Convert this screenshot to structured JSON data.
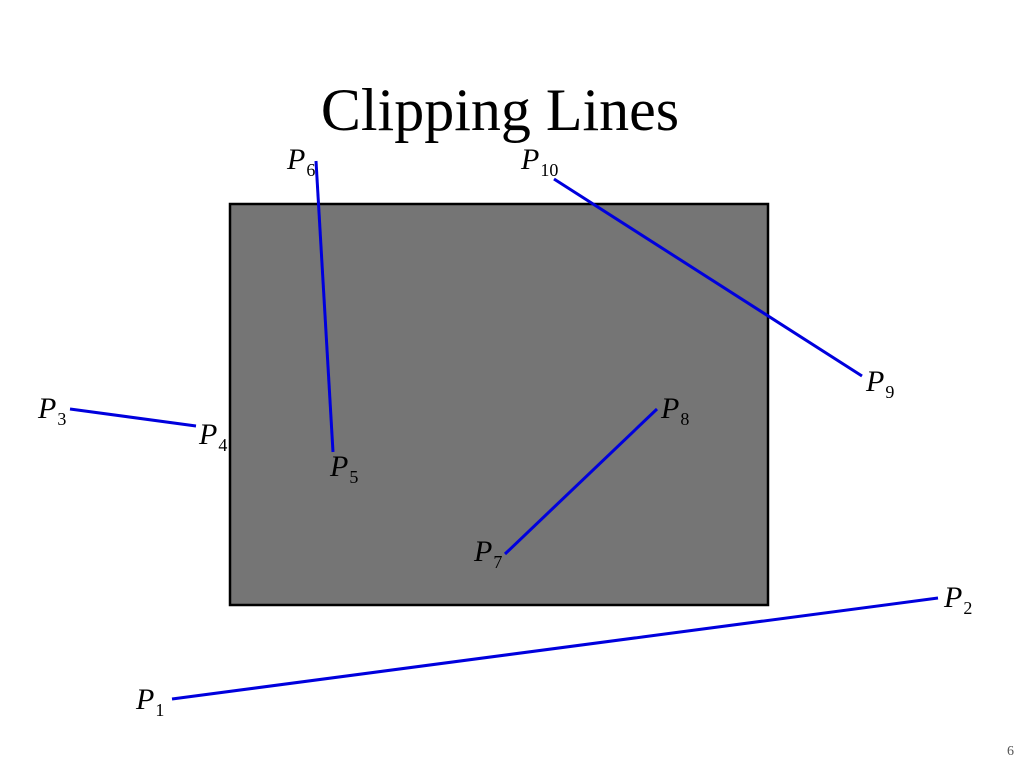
{
  "slide": {
    "title": "Clipping Lines",
    "page_number": "6"
  },
  "colors": {
    "clip_window_fill": "#757575",
    "clip_window_border": "#000000",
    "segment_line": "#0000dd",
    "background": "#ffffff"
  },
  "point_letter": "P",
  "points": [
    {
      "id": "P1",
      "sub": "1"
    },
    {
      "id": "P2",
      "sub": "2"
    },
    {
      "id": "P3",
      "sub": "3"
    },
    {
      "id": "P4",
      "sub": "4"
    },
    {
      "id": "P5",
      "sub": "5"
    },
    {
      "id": "P6",
      "sub": "6"
    },
    {
      "id": "P7",
      "sub": "7"
    },
    {
      "id": "P8",
      "sub": "8"
    },
    {
      "id": "P9",
      "sub": "9"
    },
    {
      "id": "P10",
      "sub": "10"
    }
  ],
  "segments": [
    {
      "from": "P1",
      "to": "P2"
    },
    {
      "from": "P3",
      "to": "P4"
    },
    {
      "from": "P5",
      "to": "P6"
    },
    {
      "from": "P7",
      "to": "P8"
    },
    {
      "from": "P9",
      "to": "P10"
    }
  ]
}
